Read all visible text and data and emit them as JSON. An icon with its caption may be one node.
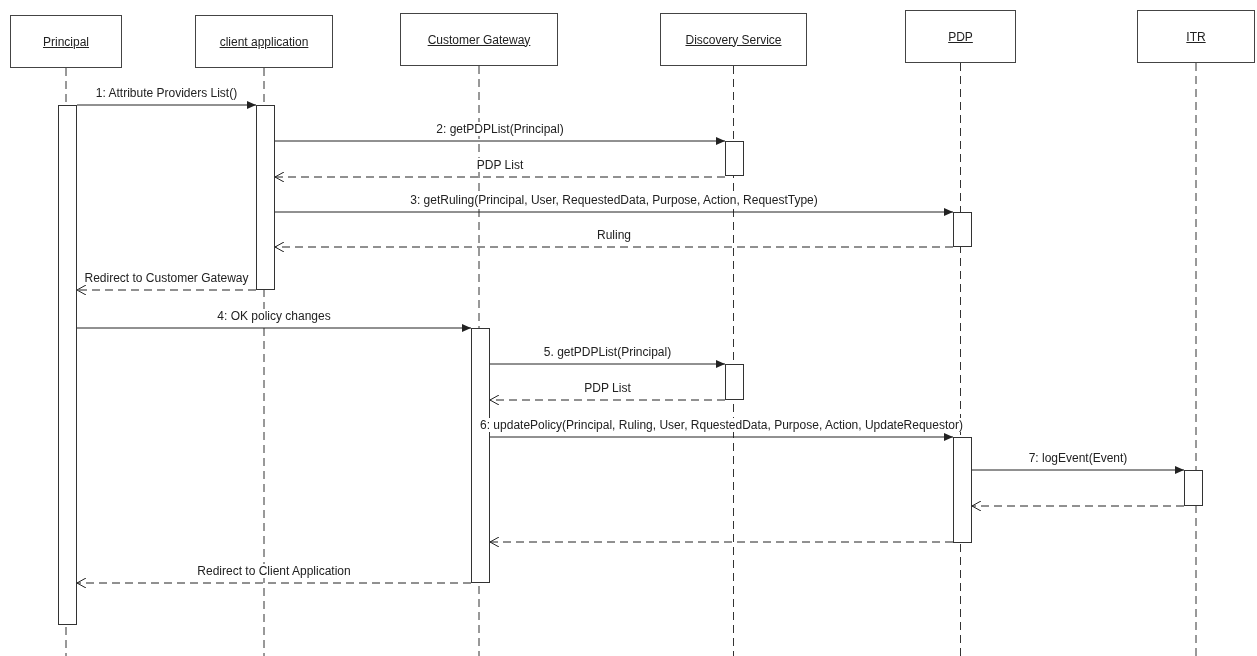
{
  "diagram": {
    "nodes": [
      {
        "text": [
          "Principal"
        ]
      },
      {
        "text": [
          "client application"
        ]
      },
      {
        "text": [
          "Customer Gateway"
        ]
      },
      {
        "text": [
          "Discovery Service"
        ]
      },
      {
        "text": [
          "PDP"
        ]
      },
      {
        "text": [
          "ITR"
        ]
      },
      {
        "text": [],
        "shape": "bar"
      },
      {
        "text": [],
        "shape": "bar"
      },
      {
        "text": [],
        "shape": "bar"
      },
      {
        "text": [],
        "shape": "bar"
      },
      {
        "text": [],
        "shape": "bar"
      },
      {
        "text": [],
        "shape": "bar"
      },
      {
        "text": [],
        "shape": "bar"
      },
      {
        "text": [],
        "shape": "bar"
      }
    ],
    "edges": [
      {
        "from": 6,
        "to": 7,
        "arrow": "to",
        "label": "1: Attribute Providers List()"
      },
      {
        "from": 7,
        "to": 8,
        "arrow": "to",
        "label": "2: getPDPList(Principal)"
      },
      {
        "from": 8,
        "to": 7,
        "arrow": "to",
        "label": "PDP List",
        "style": "dashed"
      },
      {
        "from": 7,
        "to": 9,
        "arrow": "to",
        "label": "3: getRuling(Principal, User, RequestedData, Purpose, Action, RequestType)"
      },
      {
        "from": 9,
        "to": 7,
        "arrow": "to",
        "label": "Ruling",
        "style": "dashed"
      },
      {
        "from": 7,
        "to": 6,
        "arrow": "to",
        "label": "Redirect to Customer Gateway",
        "style": "dashed"
      },
      {
        "from": 6,
        "to": 10,
        "arrow": "to",
        "label": "4: OK policy changes"
      },
      {
        "from": 10,
        "to": 11,
        "arrow": "to",
        "label": "5. getPDPList(Principal)"
      },
      {
        "from": 11,
        "to": 10,
        "arrow": "to",
        "label": "PDP List",
        "style": "dashed"
      },
      {
        "from": 10,
        "to": 12,
        "arrow": "to",
        "label": "6: updatePolicy(Principal, Ruling, User, RquestedData, Purpose, Action, UpdateRequestor)"
      },
      {
        "from": 12,
        "to": 13,
        "arrow": "to",
        "label": "7: logEvent(Event)"
      },
      {
        "from": 13,
        "to": 12,
        "arrow": "to",
        "style": "dashed"
      },
      {
        "from": 12,
        "to": 10,
        "arrow": "to",
        "style": "dashed"
      },
      {
        "from": 10,
        "to": 6,
        "arrow": "to",
        "label": "Redirect to Client Application",
        "style": "dashed"
      }
    ]
  }
}
